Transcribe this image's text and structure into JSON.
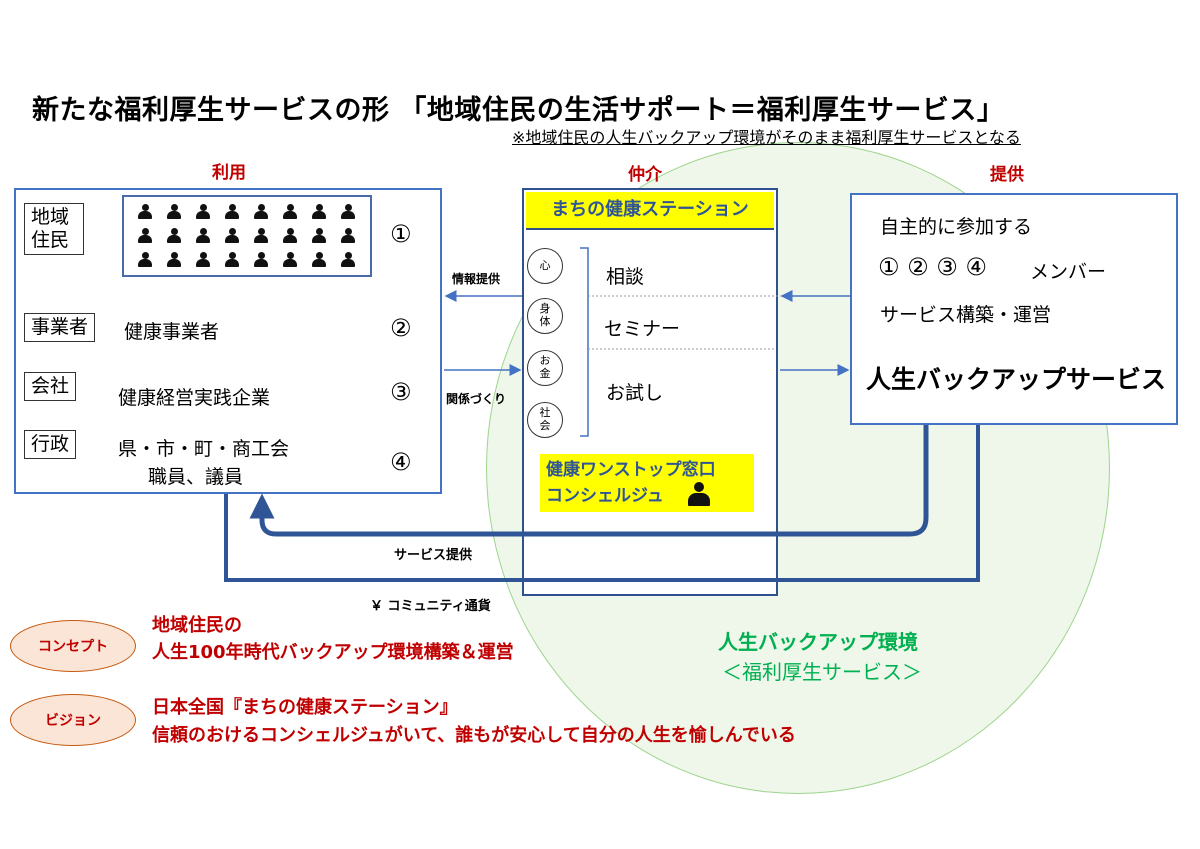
{
  "title": "新たな福利厚生サービスの形 「地域住民の生活サポート＝福利厚生サービス」",
  "subtitle": "※地域住民の人生バックアップ環境がそのまま福利厚生サービスとなる",
  "headers": {
    "use": "利用",
    "mediate": "仲介",
    "provide": "提供"
  },
  "left": {
    "rows": [
      {
        "label": "地域\n住民",
        "text": "",
        "num": "①"
      },
      {
        "label": "事業者",
        "text": "健康事業者",
        "num": "②"
      },
      {
        "label": "会社",
        "text": "健康経営実践企業",
        "num": "③"
      },
      {
        "label": "行政",
        "text": "県・市・町・商工会",
        "text2": "職員、議員",
        "num": "④"
      }
    ]
  },
  "middle": {
    "title": "まちの健康ステーション",
    "circles": [
      "心",
      "身\n体",
      "お\n金",
      "社\n会"
    ],
    "items": [
      "相談",
      "セミナー",
      "お試し"
    ],
    "concierge_line1": "健康ワンストップ窓口",
    "concierge_line2": "コンシェルジュ"
  },
  "right": {
    "line1": "自主的に参加する",
    "nums": "① ② ③ ④",
    "members": "メンバー",
    "line3": "サービス構築・運営",
    "big": "人生バックアップサービス"
  },
  "arrows": {
    "info": "情報提供",
    "relation": "関係づくり",
    "service": "サービス提供",
    "currency": "￥ コミュニティ通貨"
  },
  "bottom": {
    "concept_label": "コンセプト",
    "concept_line1": "地域住民の",
    "concept_line2": "人生100年時代バックアップ環境構築＆運営",
    "vision_label": "ビジョン",
    "vision_line1": "日本全国『まちの健康ステーション』",
    "vision_line2": "信頼のおけるコンシェルジュがいて、誰もが安心して自分の人生を愉しんでいる"
  },
  "environment": {
    "title": "人生バックアップ環境",
    "sub": "＜福利厚生サービス＞"
  }
}
